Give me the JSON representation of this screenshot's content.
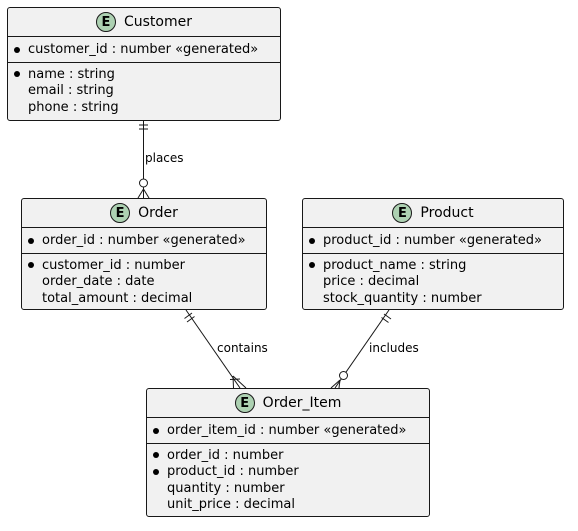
{
  "entities": [
    {
      "name": "Customer",
      "badge": "E",
      "pk": [
        {
          "text": "customer_id : number «generated»",
          "bullet": true
        }
      ],
      "fields": [
        {
          "text": "name : string",
          "bullet": true
        },
        {
          "text": "email : string",
          "bullet": false
        },
        {
          "text": "phone : string",
          "bullet": false
        }
      ]
    },
    {
      "name": "Order",
      "badge": "E",
      "pk": [
        {
          "text": "order_id : number «generated»",
          "bullet": true
        }
      ],
      "fields": [
        {
          "text": "customer_id : number",
          "bullet": true
        },
        {
          "text": "order_date : date",
          "bullet": false
        },
        {
          "text": "total_amount : decimal",
          "bullet": false
        }
      ]
    },
    {
      "name": "Product",
      "badge": "E",
      "pk": [
        {
          "text": "product_id : number «generated»",
          "bullet": true
        }
      ],
      "fields": [
        {
          "text": "product_name : string",
          "bullet": true
        },
        {
          "text": "price : decimal",
          "bullet": false
        },
        {
          "text": "stock_quantity : number",
          "bullet": false
        }
      ]
    },
    {
      "name": "Order_Item",
      "badge": "E",
      "pk": [
        {
          "text": "order_item_id : number «generated»",
          "bullet": true
        }
      ],
      "fields": [
        {
          "text": "order_id : number",
          "bullet": true
        },
        {
          "text": "product_id : number",
          "bullet": true
        },
        {
          "text": "quantity : number",
          "bullet": false
        },
        {
          "text": "unit_price : decimal",
          "bullet": false
        }
      ]
    }
  ],
  "relationships": [
    {
      "from": "Customer",
      "to": "Order",
      "label": "places"
    },
    {
      "from": "Order",
      "to": "Order_Item",
      "label": "contains"
    },
    {
      "from": "Product",
      "to": "Order_Item",
      "label": "includes"
    }
  ],
  "colors": {
    "entity_fill": "#f1f1f1",
    "entity_border": "#181818",
    "badge_fill": "#add1b2",
    "edge": "#181818"
  }
}
